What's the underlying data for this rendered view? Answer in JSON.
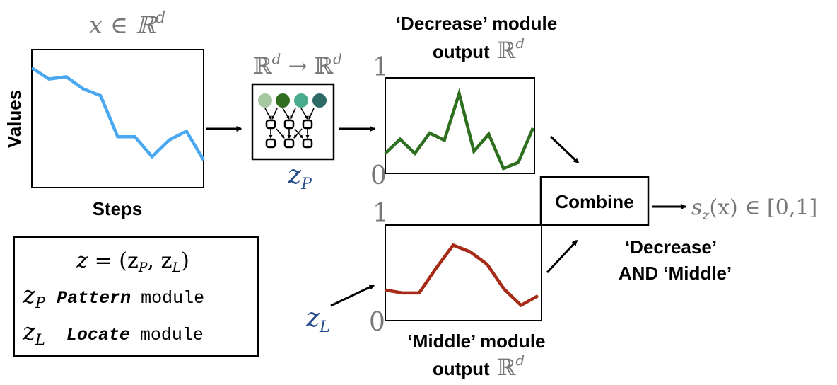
{
  "colors": {
    "input_series": "#4aa8f0",
    "decrease_series": "#2e6e1f",
    "middle_series": "#a62a17",
    "grey_math": "#777777",
    "z_blue": "#234a8a",
    "node_1": "#a6c8a0",
    "node_2": "#2f6d1f",
    "node_3": "#4aaa8c",
    "node_4": "#2c6b66"
  },
  "input": {
    "label": "x ∈ ℝ",
    "label_sup": "d",
    "ylabel": "Values",
    "xlabel": "Steps"
  },
  "module": {
    "label": "ℝ",
    "label_sup1": "d",
    "label_mid": " → ℝ",
    "label_sup2": "d",
    "z_symbol": "z",
    "z_sub": "P"
  },
  "decrease": {
    "title_line1": "‘Decrease’ module",
    "title_line2": "output",
    "title_math": "ℝ",
    "title_sup": "d",
    "y_top": "1",
    "y_bottom": "0"
  },
  "middle": {
    "title_line1": "‘Middle’ module",
    "title_line2": "output",
    "title_math": "ℝ",
    "title_sup": "d",
    "y_top": "1",
    "y_bottom": "0",
    "z_symbol": "z",
    "z_sub": "L"
  },
  "combine": {
    "label": "Combine",
    "output_s": "s",
    "output_sub": "z",
    "output_rest": "(x) ∈ [0,1]",
    "caption_line1": "‘Decrease’",
    "caption_line2": "AND ‘Middle’"
  },
  "legend": {
    "eq_z": "z",
    "eq_rest": " = (z",
    "eq_sub1": "P",
    "eq_comma": ", z",
    "eq_sub2": "L",
    "eq_close": ")",
    "row1_symbol": "z",
    "row1_sub": "P",
    "row1_name": "Pattern",
    "row1_word": "module",
    "row2_symbol": "z",
    "row2_sub": "L",
    "row2_name": "Locate",
    "row2_word": "module"
  },
  "chart_data": [
    {
      "type": "line",
      "x": [
        0,
        1,
        2,
        3,
        4,
        5,
        6,
        7,
        8,
        9,
        10
      ],
      "series": [
        {
          "values": [
            0.95,
            0.85,
            0.87,
            0.76,
            0.7,
            0.33,
            0.33,
            0.15,
            0.3,
            0.38,
            0.12
          ]
        }
      ],
      "xlabel": "Steps",
      "ylabel": "Values",
      "ylim": [
        0,
        1
      ],
      "grid": false
    },
    {
      "type": "line",
      "x": [
        0,
        1,
        2,
        3,
        4,
        5,
        6,
        7,
        8,
        9,
        10
      ],
      "series": [
        {
          "values": [
            0.24,
            0.38,
            0.24,
            0.44,
            0.37,
            0.83,
            0.26,
            0.43,
            0.09,
            0.15,
            0.49
          ]
        }
      ],
      "ylim": [
        0,
        1
      ],
      "grid": false
    },
    {
      "type": "line",
      "x": [
        0,
        1,
        2,
        3,
        4,
        5,
        6,
        7,
        8,
        9,
        10
      ],
      "series": [
        {
          "values": [
            0.32,
            0.29,
            0.29,
            0.55,
            0.79,
            0.72,
            0.59,
            0.33,
            0.16,
            0.26
          ]
        }
      ],
      "ylim": [
        0,
        1
      ],
      "grid": false
    }
  ]
}
